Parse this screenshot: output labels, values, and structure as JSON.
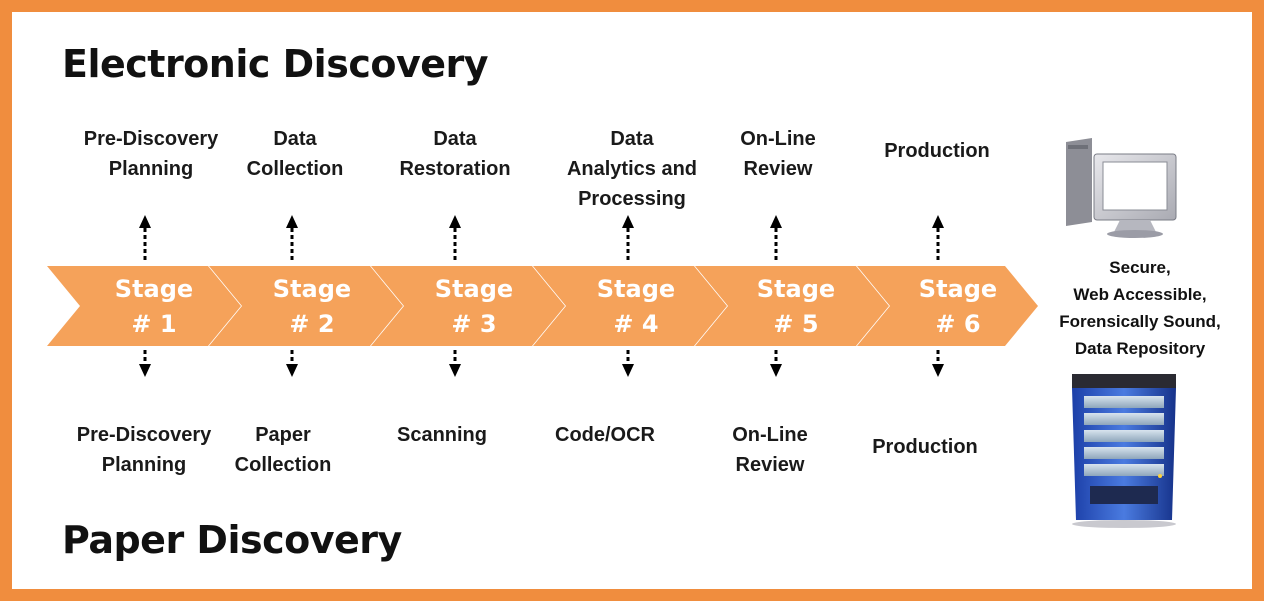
{
  "titles": {
    "electronic": "Electronic Discovery",
    "paper": "Paper Discovery"
  },
  "stages": [
    {
      "line1": "Stage",
      "line2": "# 1",
      "electronic": [
        "Pre-Discovery",
        "Planning"
      ],
      "paper": [
        "Pre-Discovery",
        "Planning"
      ]
    },
    {
      "line1": "Stage",
      "line2": "# 2",
      "electronic": [
        "Data",
        "Collection"
      ],
      "paper": [
        "Paper",
        "Collection"
      ]
    },
    {
      "line1": "Stage",
      "line2": "# 3",
      "electronic": [
        "Data",
        "Restoration"
      ],
      "paper": [
        "Scanning"
      ]
    },
    {
      "line1": "Stage",
      "line2": "# 4",
      "electronic": [
        "Data",
        "Analytics and",
        "Processing"
      ],
      "paper": [
        "Code/OCR"
      ]
    },
    {
      "line1": "Stage",
      "line2": "# 5",
      "electronic": [
        "On-Line",
        "Review"
      ],
      "paper": [
        "On-Line",
        "Review"
      ]
    },
    {
      "line1": "Stage",
      "line2": "# 6",
      "electronic": [
        "Production"
      ],
      "paper": [
        "Production"
      ]
    }
  ],
  "repository": [
    "Secure,",
    "Web Accessible,",
    "Forensically Sound,",
    "Data Repository"
  ],
  "colors": {
    "border": "#f08d3e",
    "chevron": "#f5a25a",
    "stage_text": "#ffffff",
    "text": "#111111"
  },
  "icons": {
    "top": "desktop-computer-icon",
    "bottom": "server-icon"
  }
}
